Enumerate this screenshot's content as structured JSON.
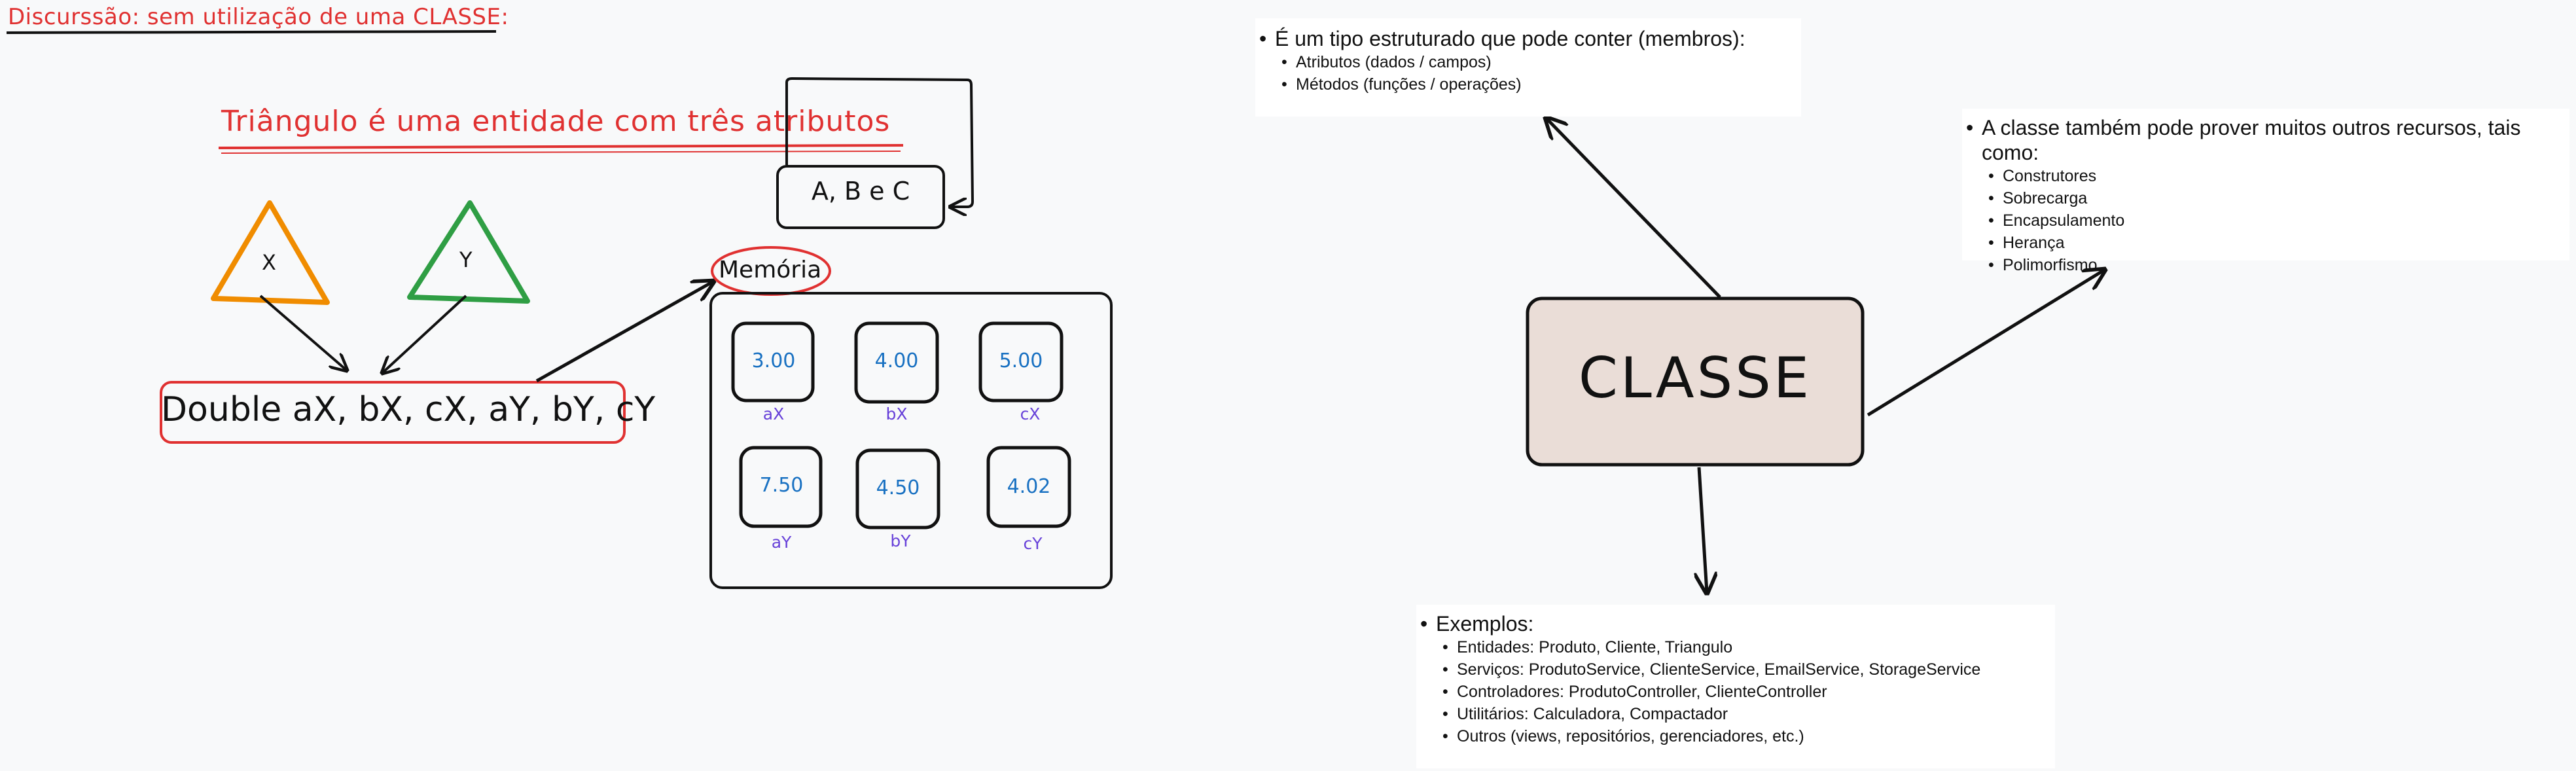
{
  "heading": "Discurssão: sem utilização de uma CLASSE:",
  "subtitle": "Triângulo é uma entidade com três atributos",
  "triangles": [
    {
      "label": "X",
      "color": "#f08c00"
    },
    {
      "label": "Y",
      "color": "#2f9e44"
    }
  ],
  "attributes_box": "A, B e C",
  "double_decl": "Double aX, bX, cX, aY, bY, cY",
  "memoria_label": "Memória",
  "memory_cells": [
    {
      "value": "3.00",
      "name": "aX"
    },
    {
      "value": "4.00",
      "name": "bX"
    },
    {
      "value": "5.00",
      "name": "cX"
    },
    {
      "value": "7.50",
      "name": "aY"
    },
    {
      "value": "4.50",
      "name": "bY"
    },
    {
      "value": "4.02",
      "name": "cY"
    }
  ],
  "classe_label": "CLASSE",
  "classe_fill": "#eaddd7",
  "note_top": {
    "item": "É um tipo estruturado que pode conter (membros):",
    "subitems": [
      "Atributos (dados / campos)",
      "Métodos (funções / operações)"
    ]
  },
  "note_right": {
    "item": "A classe também pode prover muitos outros recursos, tais como:",
    "subitems": [
      "Construtores",
      "Sobrecarga",
      "Encapsulamento",
      "Herança",
      "Polimorfismo"
    ]
  },
  "note_bottom": {
    "item": "Exemplos:",
    "subitems": [
      "Entidades: Produto, Cliente, Triangulo",
      "Serviços: ProdutoService, ClienteService, EmailService, StorageService",
      "Controladores: ProdutoController, ClienteController",
      "Utilitários: Calculadora, Compactador",
      "Outros (views, repositórios, gerenciadores, etc.)"
    ]
  }
}
